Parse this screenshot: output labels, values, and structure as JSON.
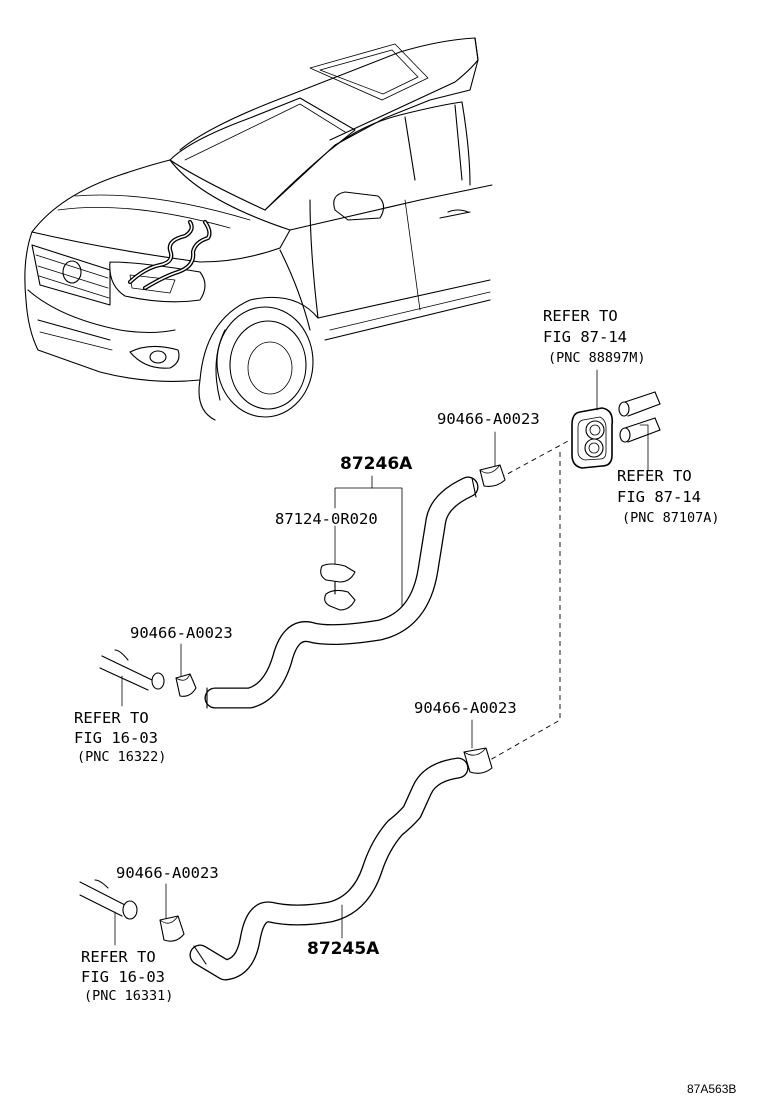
{
  "diagram_code": "87A563B",
  "parts": {
    "hose_upper": "87246A",
    "hose_lower": "87245A",
    "clamp_holder": "87124-0R020",
    "clip_upper_right": "90466-A0023",
    "clip_upper_left": "90466-A0023",
    "clip_lower_right": "90466-A0023",
    "clip_lower_left": "90466-A0023"
  },
  "references": {
    "grommet": {
      "line1": "REFER TO",
      "line2": "FIG 87-14",
      "pnc": "(PNC 88897M)"
    },
    "pipes": {
      "line1": "REFER TO",
      "line2": "FIG 87-14",
      "pnc": "(PNC 87107A)"
    },
    "upper_left": {
      "line1": "REFER TO",
      "line2": "FIG 16-03",
      "pnc": "(PNC 16322)"
    },
    "lower_left": {
      "line1": "REFER TO",
      "line2": "FIG 16-03",
      "pnc": "(PNC 16331)"
    }
  }
}
